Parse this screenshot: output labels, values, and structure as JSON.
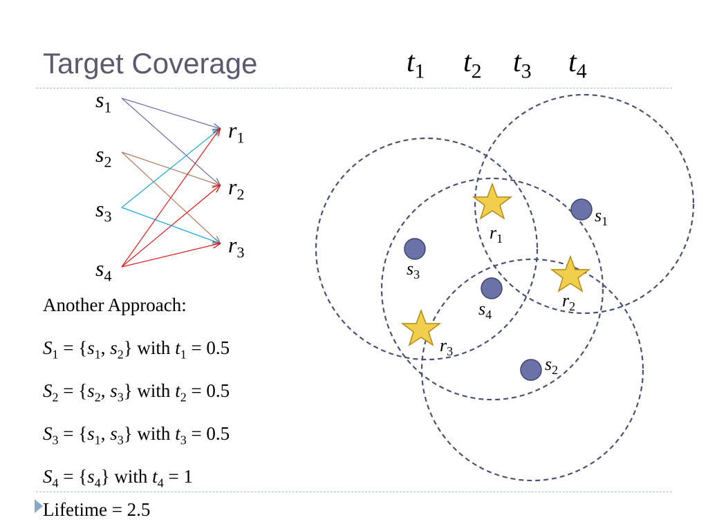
{
  "slide": {
    "title": "Target Coverage",
    "lifetime_text": "Lifetime = 2.5"
  },
  "time_labels": [
    {
      "var": "t",
      "sub": "1"
    },
    {
      "var": "t",
      "sub": "2"
    },
    {
      "var": "t",
      "sub": "3"
    },
    {
      "var": "t",
      "sub": "4"
    }
  ],
  "bipartite": {
    "sensors": [
      {
        "var": "s",
        "sub": "1"
      },
      {
        "var": "s",
        "sub": "2"
      },
      {
        "var": "s",
        "sub": "3"
      },
      {
        "var": "s",
        "sub": "4"
      }
    ],
    "targets": [
      {
        "var": "r",
        "sub": "1"
      },
      {
        "var": "r",
        "sub": "2"
      },
      {
        "var": "r",
        "sub": "3"
      }
    ],
    "edges": [
      {
        "from": "s1",
        "to": "r1",
        "color": "#6a6fa8"
      },
      {
        "from": "s1",
        "to": "r2",
        "color": "#6a6fa8"
      },
      {
        "from": "s2",
        "to": "r2",
        "color": "#b07a60"
      },
      {
        "from": "s2",
        "to": "r3",
        "color": "#b07a60"
      },
      {
        "from": "s3",
        "to": "r1",
        "color": "#1aa8e0"
      },
      {
        "from": "s3",
        "to": "r3",
        "color": "#1aa8e0"
      },
      {
        "from": "s4",
        "to": "r1",
        "color": "#e01818"
      },
      {
        "from": "s4",
        "to": "r2",
        "color": "#e01818"
      },
      {
        "from": "s4",
        "to": "r3",
        "color": "#e01818"
      }
    ]
  },
  "approach": {
    "heading": "Another Approach:",
    "sets": [
      {
        "set_var": "S",
        "set_sub": "1",
        "eq": " = {",
        "a_var": "s",
        "a_sub": "1",
        "sep": ", ",
        "b_var": "s",
        "b_sub": "2",
        "close": "} with ",
        "t_var": "t",
        "t_sub": "1",
        "value": " = 0.5"
      },
      {
        "set_var": "S",
        "set_sub": "2",
        "eq": " = {",
        "a_var": "s",
        "a_sub": "2",
        "sep": ", ",
        "b_var": "s",
        "b_sub": "3",
        "close": "} with ",
        "t_var": "t",
        "t_sub": "2",
        "value": " = 0.5"
      },
      {
        "set_var": "S",
        "set_sub": "3",
        "eq": " = {",
        "a_var": "s",
        "a_sub": "1",
        "sep": ", ",
        "b_var": "s",
        "b_sub": "3",
        "close": "} with ",
        "t_var": "t",
        "t_sub": "3",
        "value": " = 0.5"
      }
    ],
    "last_set": {
      "set_var": "S",
      "set_sub": "4",
      "eq": " = {",
      "a_var": "s",
      "a_sub": "4",
      "close": "} with ",
      "t_var": "t",
      "t_sub": "4",
      "value": " = 1"
    }
  },
  "coverage_diagram": {
    "circle_color": "#4a5070",
    "sensor_fill": "#6b72a8",
    "star_fill": "#f2cf4a",
    "sensors": [
      {
        "id": "s1",
        "var": "s",
        "sub": "1"
      },
      {
        "id": "s2",
        "var": "s",
        "sub": "2"
      },
      {
        "id": "s3",
        "var": "s",
        "sub": "3"
      },
      {
        "id": "s4",
        "var": "s",
        "sub": "4"
      }
    ],
    "targets": [
      {
        "id": "r1",
        "var": "r",
        "sub": "1"
      },
      {
        "id": "r2",
        "var": "r",
        "sub": "2"
      },
      {
        "id": "r3",
        "var": "r",
        "sub": "3"
      }
    ]
  }
}
